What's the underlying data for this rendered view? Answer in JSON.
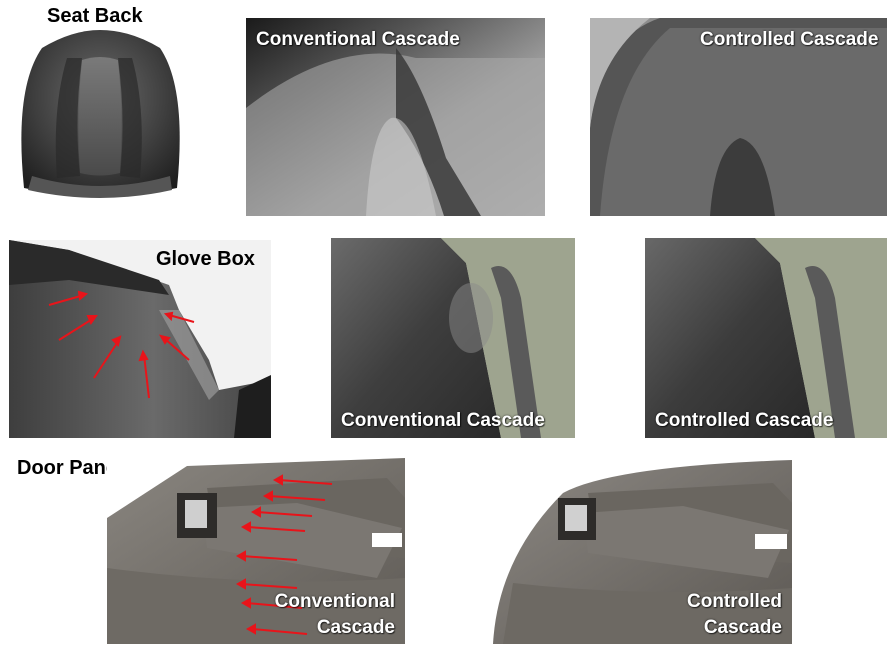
{
  "sections": {
    "seat_back": {
      "title": "Seat Back",
      "conventional_caption": "Conventional Cascade",
      "controlled_caption": "Controlled Cascade"
    },
    "glove_box": {
      "title": "Glove Box",
      "conventional_caption": "Conventional Cascade",
      "controlled_caption": "Controlled Cascade"
    },
    "door_panel": {
      "title": "Door Panel",
      "conventional_caption": [
        "Conventional",
        "Cascade"
      ],
      "controlled_caption": [
        "Controlled",
        "Cascade"
      ]
    }
  },
  "colors": {
    "caption_text": "#ffffff",
    "section_title": "#000000",
    "arrow": "#e8141a"
  }
}
